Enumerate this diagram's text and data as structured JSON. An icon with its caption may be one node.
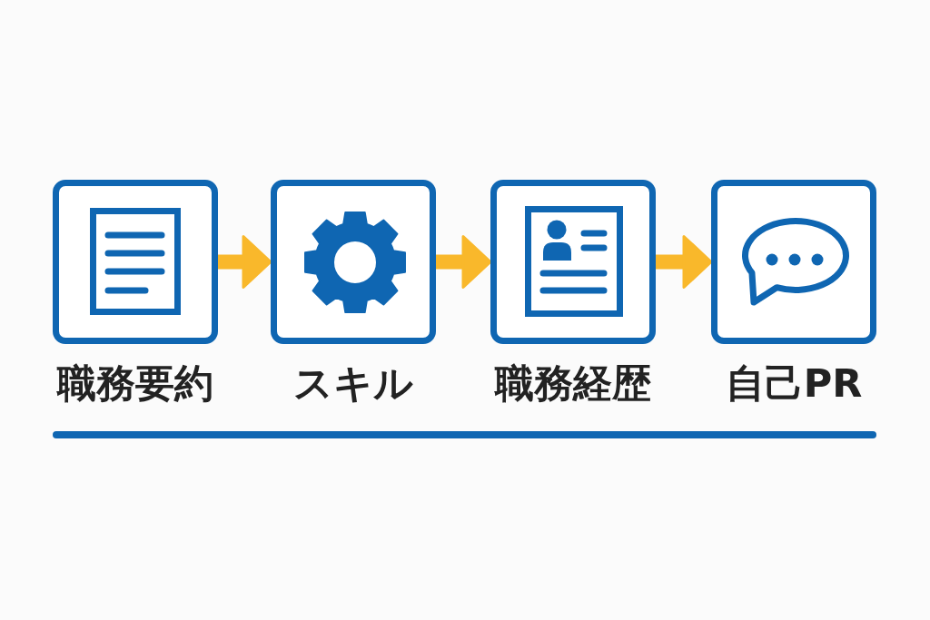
{
  "diagram": {
    "nodes": [
      {
        "text": [
          "職務要約"
        ]
      },
      {
        "text": [
          "スキル"
        ]
      },
      {
        "text": [
          "職務経歴"
        ]
      },
      {
        "text": [
          "自己PR"
        ]
      }
    ],
    "edges": [
      {
        "from": 0,
        "to": 1,
        "arrow": "to"
      },
      {
        "from": 1,
        "to": 2,
        "arrow": "to"
      },
      {
        "from": 2,
        "to": 3,
        "arrow": "to"
      }
    ]
  }
}
